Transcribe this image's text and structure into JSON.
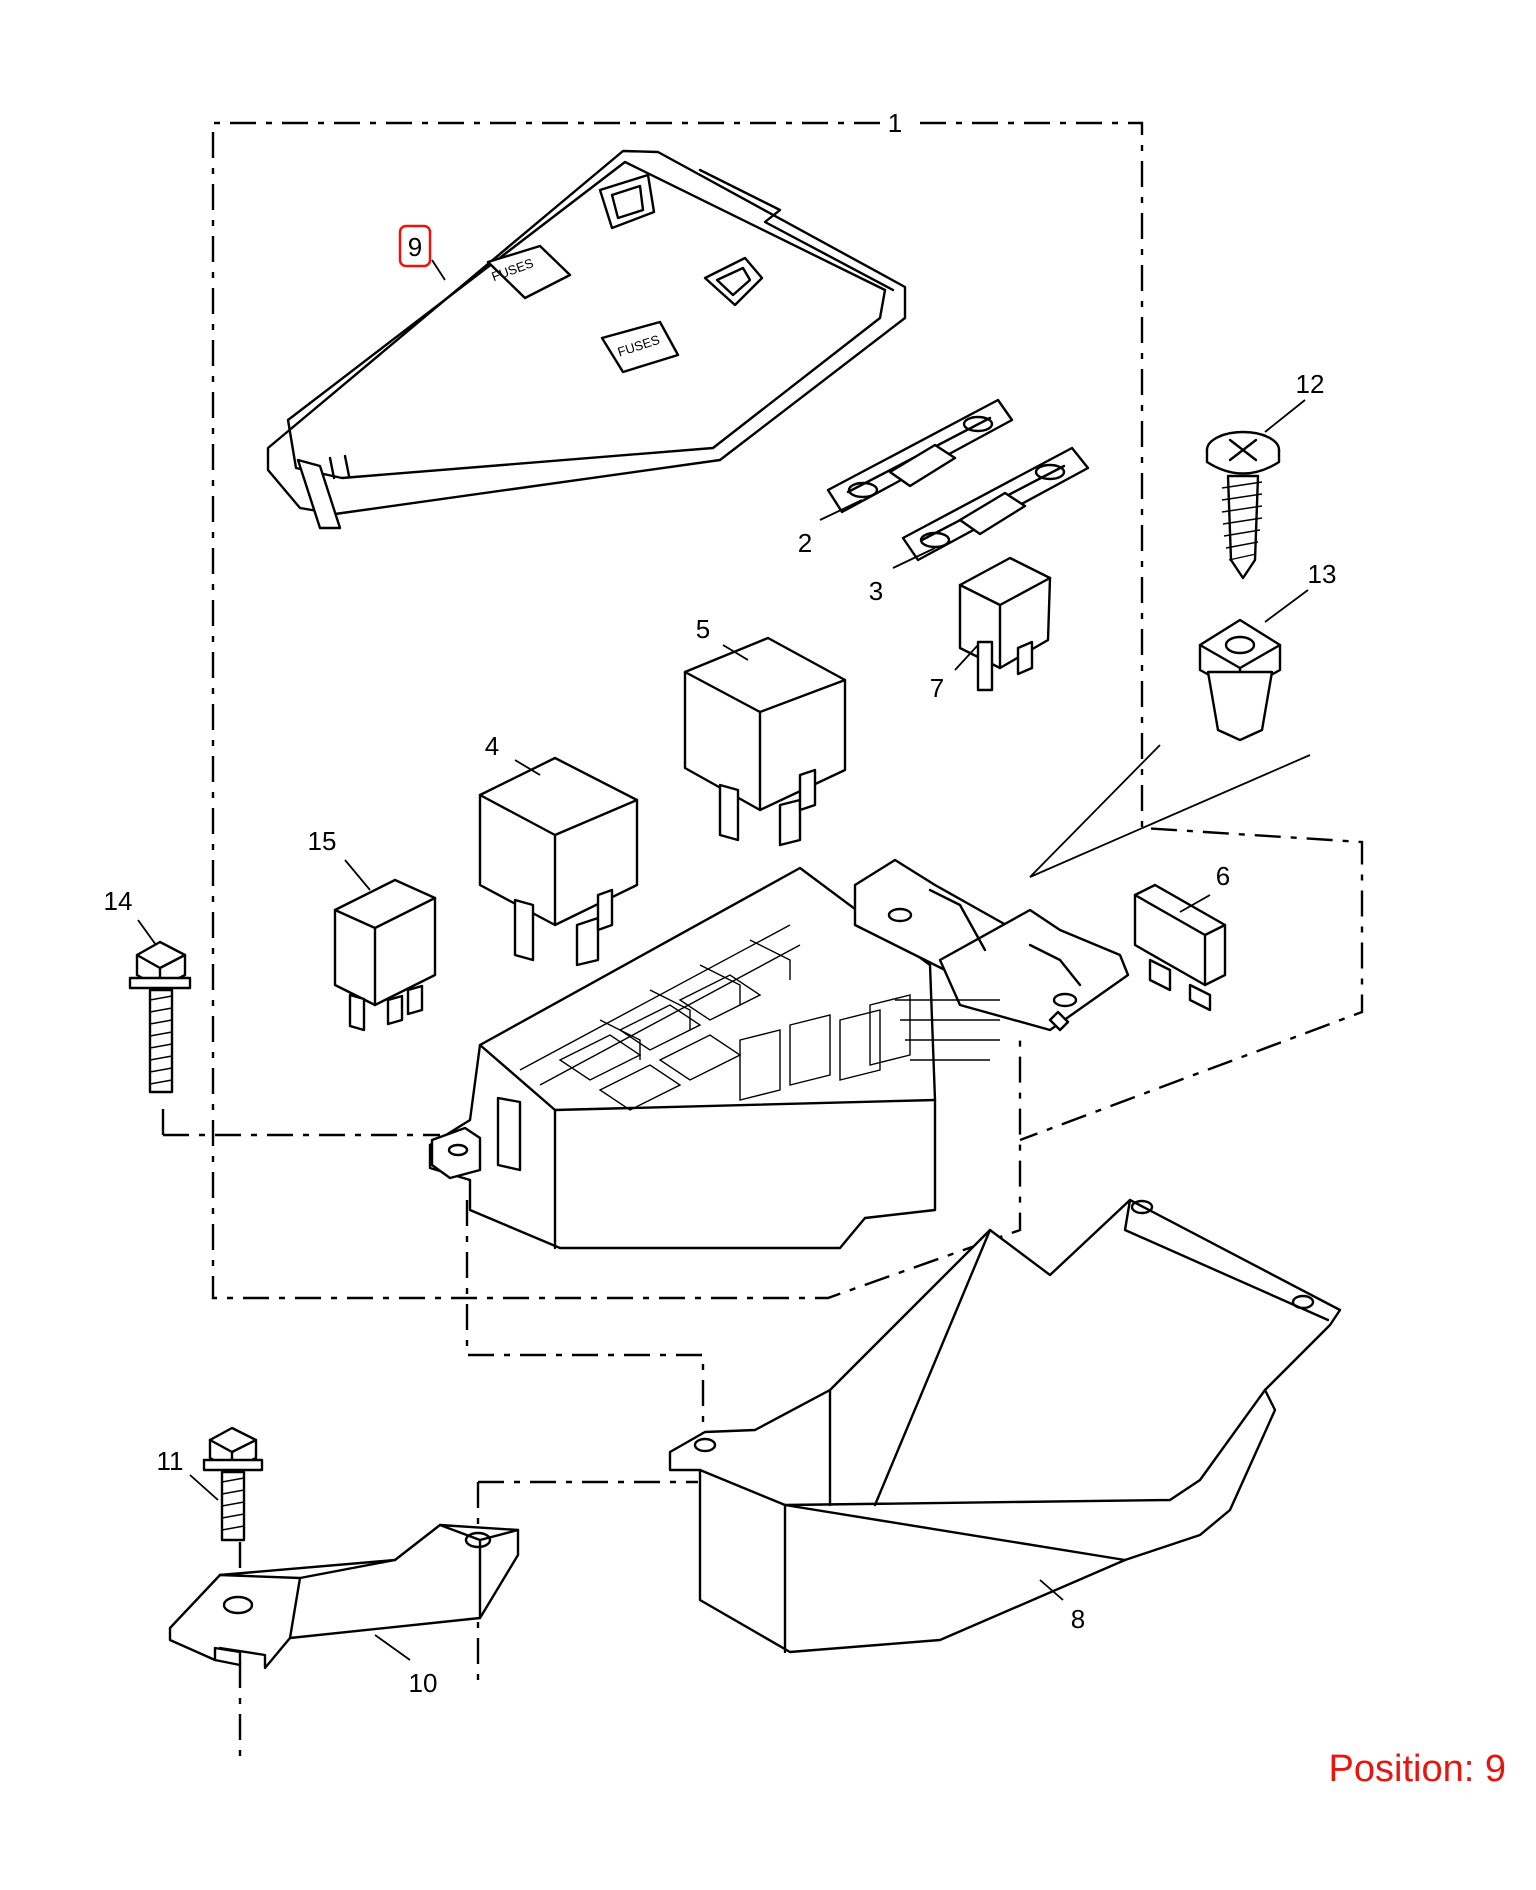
{
  "diagram": {
    "callouts": [
      "1",
      "2",
      "3",
      "4",
      "5",
      "6",
      "7",
      "8",
      "9",
      "10",
      "11",
      "12",
      "13",
      "14",
      "15"
    ],
    "cover_labels": [
      "FUSES",
      "FUSES"
    ],
    "highlighted_callout": "9"
  },
  "footer": {
    "position_text": "Position: 9"
  },
  "colors": {
    "highlight": "#e8150e",
    "line": "#000000"
  }
}
